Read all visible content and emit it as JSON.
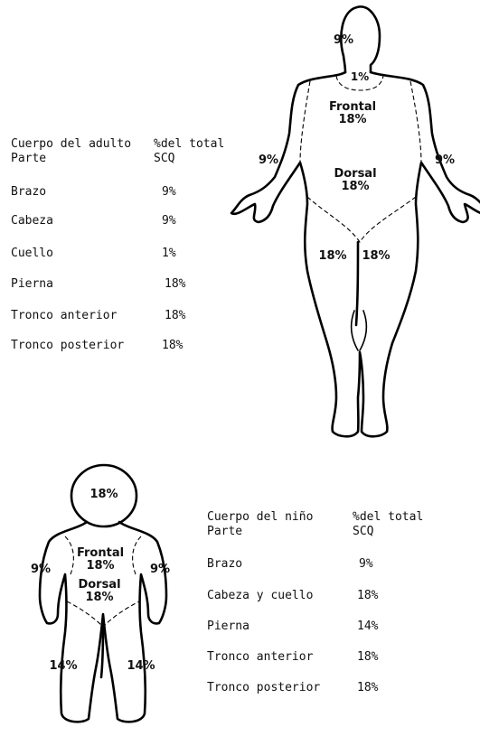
{
  "adult": {
    "header": {
      "col1": "Cuerpo del adulto\nParte",
      "col2": "%del total\nSCQ"
    },
    "rows": [
      {
        "part": "Brazo",
        "pct": "9%"
      },
      {
        "part": "Cabeza",
        "pct": "9%"
      },
      {
        "part": "Cuello",
        "pct": "1%"
      },
      {
        "part": "Pierna",
        "pct": "18%"
      },
      {
        "part": "Tronco anterior",
        "pct": "18%"
      },
      {
        "part": "Tronco posterior",
        "pct": "18%"
      }
    ],
    "figure_labels": {
      "head": "9%",
      "neck": "1%",
      "frontal": "Frontal\n18%",
      "dorsal": "Dorsal\n18%",
      "left_arm": "9%",
      "right_arm": "9%",
      "left_leg": "18%",
      "right_leg": "18%"
    }
  },
  "child": {
    "header": {
      "col1": "Cuerpo del niño\nParte",
      "col2": "%del total\nSCQ"
    },
    "rows": [
      {
        "part": "Brazo",
        "pct": "9%"
      },
      {
        "part": "Cabeza y cuello",
        "pct": "18%"
      },
      {
        "part": "Pierna",
        "pct": "14%"
      },
      {
        "part": "Tronco anterior",
        "pct": "18%"
      },
      {
        "part": "Tronco posterior",
        "pct": "18%"
      }
    ],
    "figure_labels": {
      "head": "18%",
      "frontal": "Frontal\n18%",
      "dorsal": "Dorsal\n18%",
      "left_arm": "9%",
      "right_arm": "9%",
      "left_leg": "14%",
      "right_leg": "14%"
    }
  }
}
